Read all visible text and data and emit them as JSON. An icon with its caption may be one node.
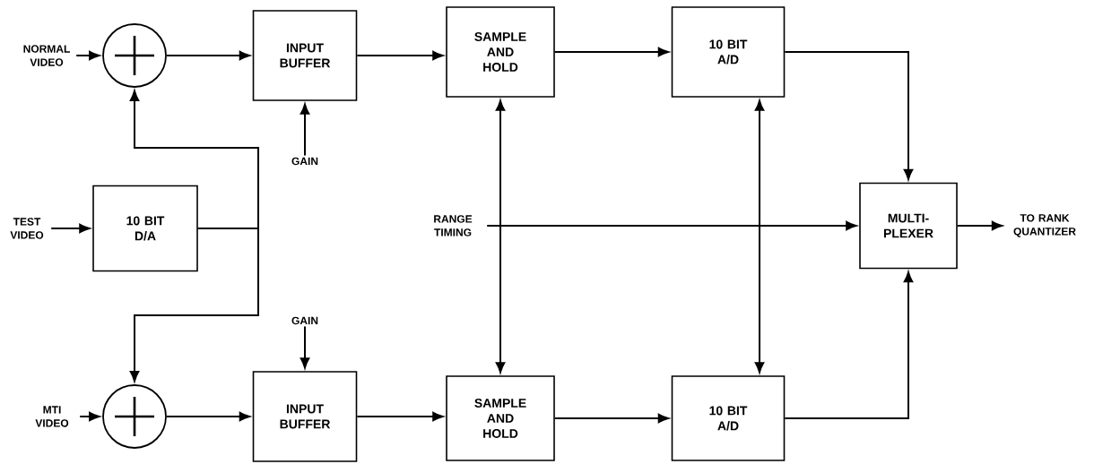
{
  "diagram": {
    "nodes": [
      {
        "text": [
          "NORMAL VIDEO"
        ]
      },
      {
        "text": [],
        "shape": "circle"
      },
      {
        "text": [
          "INPUT BUFFER"
        ]
      },
      {
        "text": [
          "GAIN"
        ]
      },
      {
        "text": [
          "SAMPLE AND HOLD"
        ]
      },
      {
        "text": [
          "10 BIT A/D"
        ]
      },
      {
        "text": [
          "TEST VIDEO"
        ]
      },
      {
        "text": [
          "10 BIT D/A"
        ]
      },
      {
        "text": [
          "RANGE TIMING"
        ]
      },
      {
        "text": [
          "MULTI- PLEXER"
        ]
      },
      {
        "text": [
          "TO RANK QUANTIZER"
        ]
      },
      {
        "text": [
          "GAIN"
        ]
      },
      {
        "text": [
          "MTI VIDEO"
        ]
      },
      {
        "text": [],
        "shape": "circle"
      },
      {
        "text": [
          "INPUT BUFFER"
        ]
      },
      {
        "text": [
          "SAMPLE AND HOLD"
        ]
      },
      {
        "text": [
          "10 BIT A/D"
        ]
      }
    ],
    "edges": [
      {
        "from": 0,
        "to": 1,
        "arrow": "to"
      },
      {
        "from": 1,
        "to": 2,
        "arrow": "to"
      },
      {
        "from": 3,
        "to": 2,
        "arrow": "to"
      },
      {
        "from": 2,
        "to": 4,
        "arrow": "to"
      },
      {
        "from": 4,
        "to": 5,
        "arrow": "to"
      },
      {
        "from": 5,
        "to": 9,
        "arrow": "to"
      },
      {
        "from": 7,
        "to": 1,
        "arrow": "to"
      },
      {
        "from": 7,
        "to": 13,
        "arrow": "to"
      },
      {
        "from": 4,
        "to": 15,
        "arrow": "both"
      },
      {
        "from": 5,
        "to": 16,
        "arrow": "both"
      },
      {
        "from": 8,
        "to": 9,
        "arrow": "to"
      },
      {
        "from": 9,
        "to": 10,
        "arrow": "to"
      },
      {
        "from": 12,
        "to": 13,
        "arrow": "to"
      },
      {
        "from": 13,
        "to": 14,
        "arrow": "to"
      },
      {
        "from": 11,
        "to": 14,
        "arrow": "to"
      },
      {
        "from": 14,
        "to": 15,
        "arrow": "to"
      },
      {
        "from": 15,
        "to": 16,
        "arrow": "to"
      },
      {
        "from": 16,
        "to": 9,
        "arrow": "to"
      },
      {
        "from": 6,
        "to": 7,
        "arrow": "to"
      }
    ]
  }
}
